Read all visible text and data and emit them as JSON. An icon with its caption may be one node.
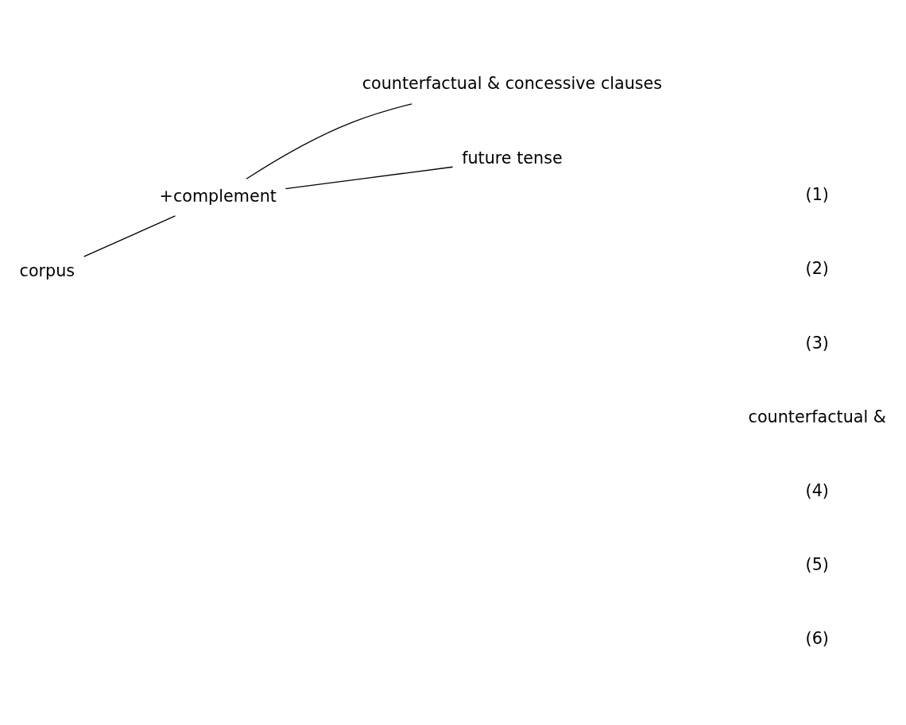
{
  "diagram": {
    "nodes": [
      {
        "text": [
          "corpus"
        ]
      },
      {
        "text": [
          "+complement"
        ]
      },
      {
        "text": [
          "counterfactual & concessive clauses"
        ]
      },
      {
        "text": [
          "future tense"
        ]
      }
    ],
    "edges": [
      {
        "from": 0,
        "to": 1,
        "arrow": "none"
      },
      {
        "from": 1,
        "to": 2,
        "arrow": "none"
      },
      {
        "from": 1,
        "to": 3,
        "arrow": "none"
      }
    ],
    "labels": [
      "(1)",
      "(2)",
      "(3)",
      "counterfactual &",
      "(4)",
      "(5)",
      "(6)"
    ]
  }
}
